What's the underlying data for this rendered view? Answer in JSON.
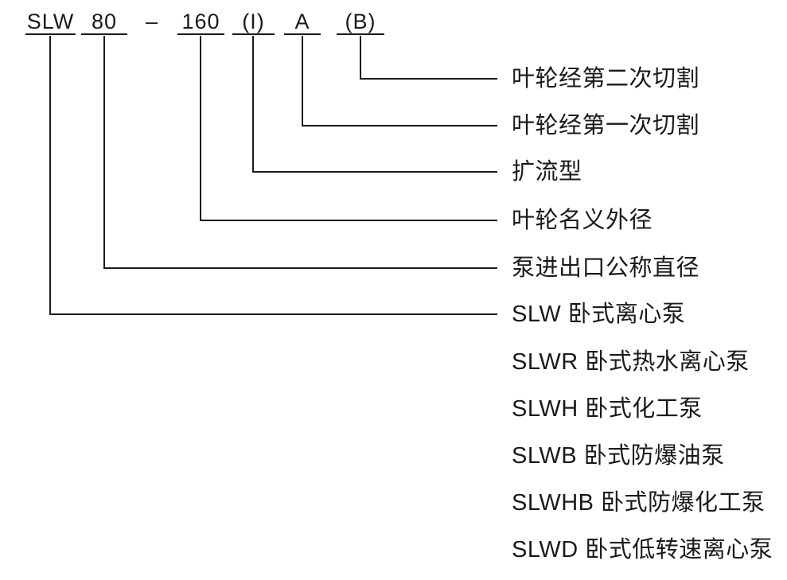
{
  "diagram": {
    "title_semantic": "pump-model-designation-explanation",
    "colors": {
      "background": "#ffffff",
      "line": "#1a1a1a",
      "text": "#1a1a1a"
    },
    "code": {
      "full_text": "SLW 80 – 160 (I) A (B)",
      "segments": [
        {
          "text": "SLW",
          "underlined": true
        },
        {
          "text": "80",
          "underlined": true
        },
        {
          "text": "–",
          "underlined": false
        },
        {
          "text": "160",
          "underlined": true
        },
        {
          "text": "(I)",
          "underlined": true
        },
        {
          "text": "A",
          "underlined": true
        },
        {
          "text": "(B)",
          "underlined": true
        }
      ]
    },
    "callouts": [
      {
        "for": "(B)",
        "label": "叶轮经第二次切割"
      },
      {
        "for": "A",
        "label": "叶轮经第一次切割"
      },
      {
        "for": "(I)",
        "label": "扩流型"
      },
      {
        "for": "160",
        "label": "叶轮名义外径"
      },
      {
        "for": "80",
        "label": "泵进出口公称直径"
      },
      {
        "for": "SLW",
        "label": "SLW 卧式离心泵"
      }
    ],
    "variants": [
      {
        "label": "SLWR 卧式热水离心泵"
      },
      {
        "label": "SLWH 卧式化工泵"
      },
      {
        "label": "SLWB 卧式防爆油泵"
      },
      {
        "label": "SLWHB 卧式防爆化工泵"
      },
      {
        "label": "SLWD 卧式低转速离心泵"
      }
    ]
  }
}
